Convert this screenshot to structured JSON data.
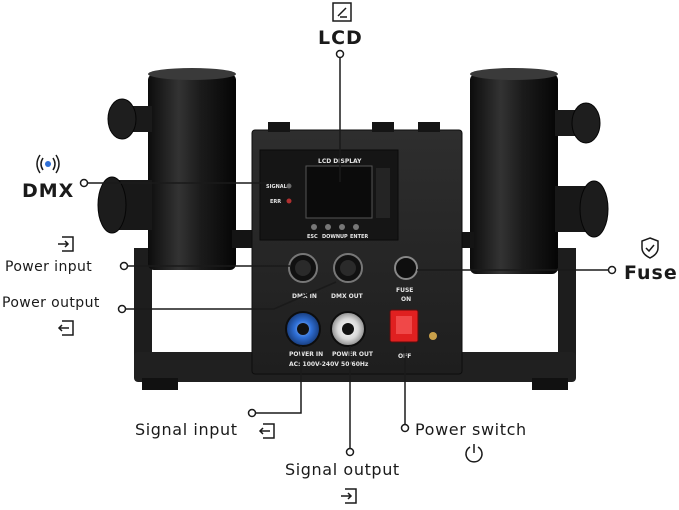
{
  "callouts": {
    "lcd": "LCD",
    "dmx": "DMX",
    "power_input": "Power input",
    "power_output": "Power output",
    "fuse": "Fuse",
    "signal_input": "Signal input",
    "power_switch": "Power switch",
    "signal_output": "Signal output"
  },
  "device": {
    "lcd_title": "LCD DISPLAY",
    "signal_label": "SIGNAL",
    "err_label": "ERR",
    "buttons": [
      "ESC",
      "DOWN",
      "UP",
      "ENTER"
    ],
    "dmx_in": "DMX IN",
    "dmx_out": "DMX OUT",
    "fuse_label": "FUSE",
    "fuse_sub": "ON",
    "power_in": "POWER IN",
    "power_out": "POWER OUT",
    "ac_rating": "AC: 100V-240V  50/60Hz",
    "switch_off": "OFF"
  },
  "colors": {
    "ink": "#1a1a1a",
    "device_body": "#2a2a2a",
    "powercon_in": "#2f6fd6",
    "powercon_out": "#e8e8e8",
    "switch_red": "#d21f1f"
  },
  "icons": [
    "lcd-icon",
    "dmx-signal-icon",
    "power-input-icon",
    "power-output-icon",
    "shield-check-icon",
    "signal-input-icon",
    "power-icon",
    "signal-output-icon"
  ]
}
